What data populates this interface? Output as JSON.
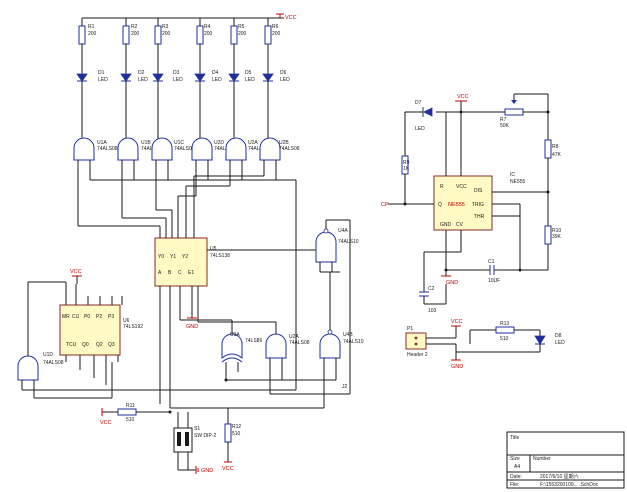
{
  "power": {
    "vcc": "VCC",
    "gnd": "GND"
  },
  "resistors": [
    {
      "ref": "R1",
      "value": "200"
    },
    {
      "ref": "R2",
      "value": "200"
    },
    {
      "ref": "R3",
      "value": "200"
    },
    {
      "ref": "R4",
      "value": "200"
    },
    {
      "ref": "R5",
      "value": "200"
    },
    {
      "ref": "R6",
      "value": "200"
    },
    {
      "ref": "R7",
      "value": "50K"
    },
    {
      "ref": "R8",
      "value": "47K"
    },
    {
      "ref": "R9",
      "value": "1K"
    },
    {
      "ref": "R10",
      "value": "39K"
    },
    {
      "ref": "R11",
      "value": "510"
    },
    {
      "ref": "R12",
      "value": "510"
    },
    {
      "ref": "R13",
      "value": "510"
    }
  ],
  "leds": [
    {
      "ref": "D1",
      "value": "LED"
    },
    {
      "ref": "D2",
      "value": "LED"
    },
    {
      "ref": "D3",
      "value": "LED"
    },
    {
      "ref": "D4",
      "value": "LED"
    },
    {
      "ref": "D5",
      "value": "LED"
    },
    {
      "ref": "D6",
      "value": "LED"
    },
    {
      "ref": "D7",
      "value": "LED"
    },
    {
      "ref": "D8",
      "value": "LED"
    }
  ],
  "top_gates": [
    {
      "ref": "U1A",
      "value": "74ALS08"
    },
    {
      "ref": "U1B",
      "value": "74ALS08"
    },
    {
      "ref": "U1C",
      "value": "74ALS08"
    },
    {
      "ref": "U2D",
      "value": "74ALS08"
    },
    {
      "ref": "U2A",
      "value": "74ALS08"
    },
    {
      "ref": "U2B",
      "value": "74ALS08"
    }
  ],
  "decoder": {
    "ref": "U5",
    "value": "74LS138"
  },
  "counter": {
    "ref": "U6",
    "value": "74LS192"
  },
  "u4a": {
    "ref": "U4A",
    "value": "74ALS10"
  },
  "u4b": {
    "ref": "U4B",
    "value": "74ALS10"
  },
  "u3a": {
    "ref": "U3A",
    "value": "74LS86"
  },
  "u2a2": {
    "ref": "U2A",
    "value": "74ALS08"
  },
  "u1d": {
    "ref": "U1D",
    "value": "74ALS08"
  },
  "timer": {
    "ref": "IC",
    "value": "NE555",
    "body": "NE555",
    "pins": {
      "dis": "DIS",
      "trig": "TRIG",
      "thr": "THR",
      "q": "Q",
      "gnd": "GND",
      "vcc": "VCC",
      "cv": "CV",
      "r": "R"
    }
  },
  "caps": [
    {
      "ref": "C1",
      "value": "10UF"
    },
    {
      "ref": "C2",
      "value": "103"
    }
  ],
  "cp_label": "CP",
  "switch": {
    "ref": "S1",
    "value": "SW DIP-2"
  },
  "header": {
    "ref": "P1",
    "value": "Header 2"
  },
  "title_block": {
    "title_label": "Title",
    "size_label": "Size",
    "size_value": "A4",
    "number_label": "Number",
    "date_label": "Date:",
    "date_value": "2017/6/10 星期六",
    "file_label": "File:",
    "file_value": "F:\\1553200109...  .SchDoc"
  }
}
